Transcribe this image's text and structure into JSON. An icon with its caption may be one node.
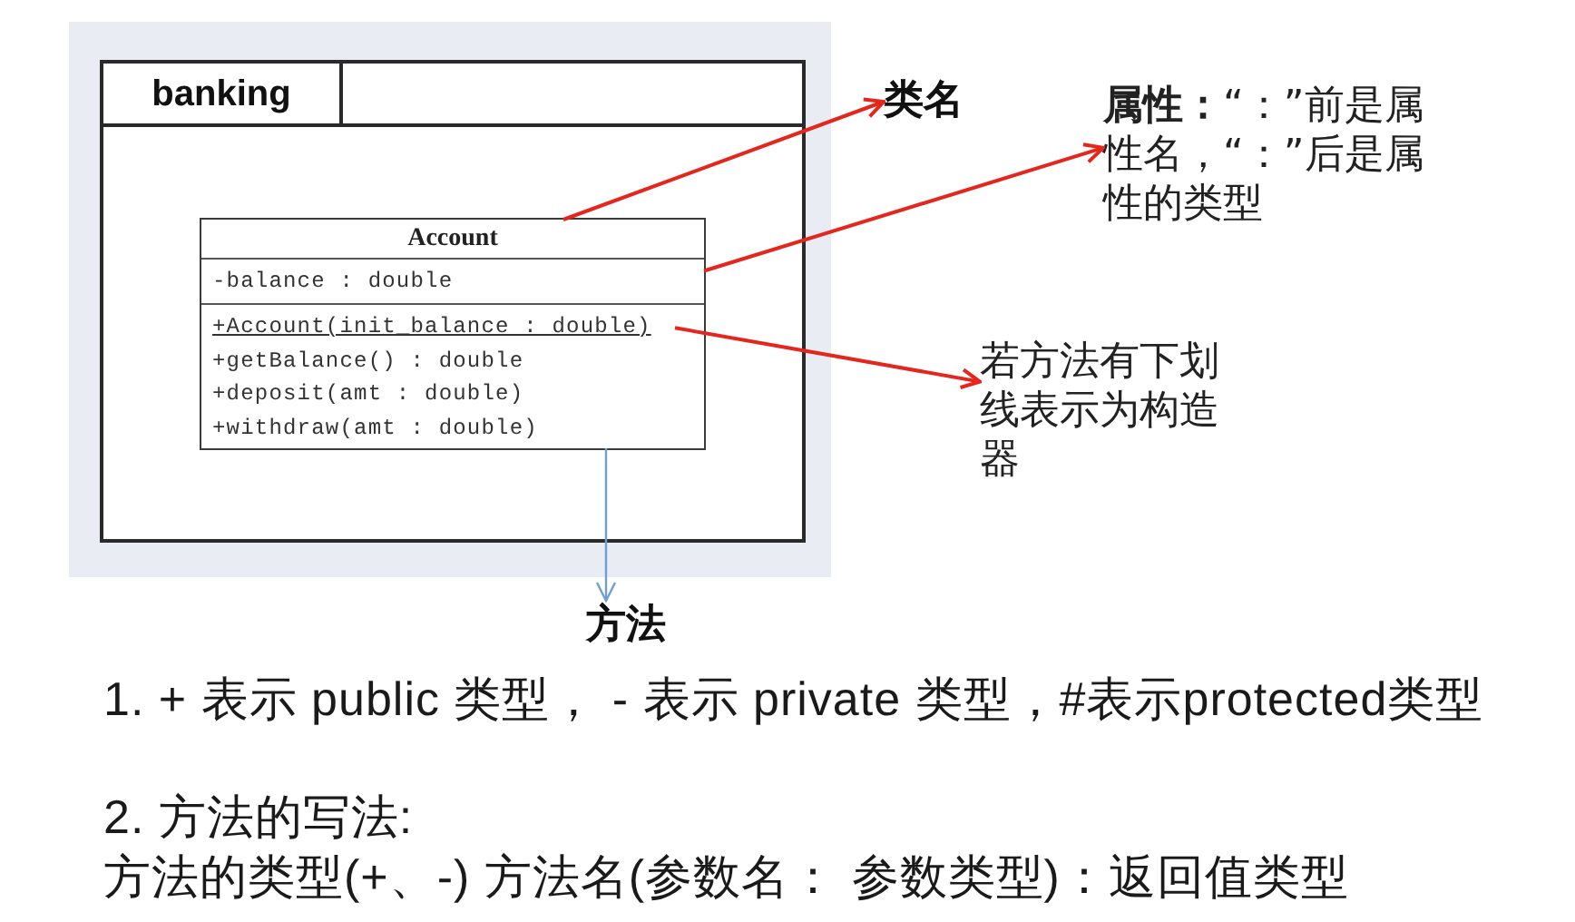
{
  "diagram": {
    "nodes": [
      {
        "text": [
          "banking"
        ]
      },
      {
        "text": [],
        "shape": "box",
        "in": 0
      },
      {
        "text": [
          "Account"
        ],
        "in": 1
      },
      {
        "text": [
          "-balance : double"
        ],
        "in": 1
      },
      {
        "text": [
          "+Account(init_balance : double)",
          "+getBalance() : double",
          "+deposit(amt : double)",
          "+withdraw(amt : double)"
        ],
        "in": 1
      },
      {
        "text": [
          "类名"
        ]
      },
      {
        "text": [
          "**属性：**“：”前是属性名，“：”后是属性的类型"
        ]
      },
      {
        "text": [
          "若方法有下划线表示为构造器"
        ]
      },
      {
        "text": [
          "方法"
        ]
      }
    ],
    "edges": [
      {
        "from": 2,
        "to": 5,
        "arrow": "to"
      },
      {
        "from": 3,
        "to": 6,
        "arrow": "to"
      },
      {
        "from": 4,
        "to": 7,
        "arrow": "to"
      },
      {
        "from": 4,
        "to": 8,
        "arrow": "to",
        "color": "#6f9fd8"
      }
    ],
    "labels": [
      "1. + 表示 public 类型， - 表示 private 类型，#表示protected类型",
      "2. 方法的写法:",
      "方法的类型(+、-) 方法名(参数名： 参数类型)：返回值类型"
    ]
  }
}
